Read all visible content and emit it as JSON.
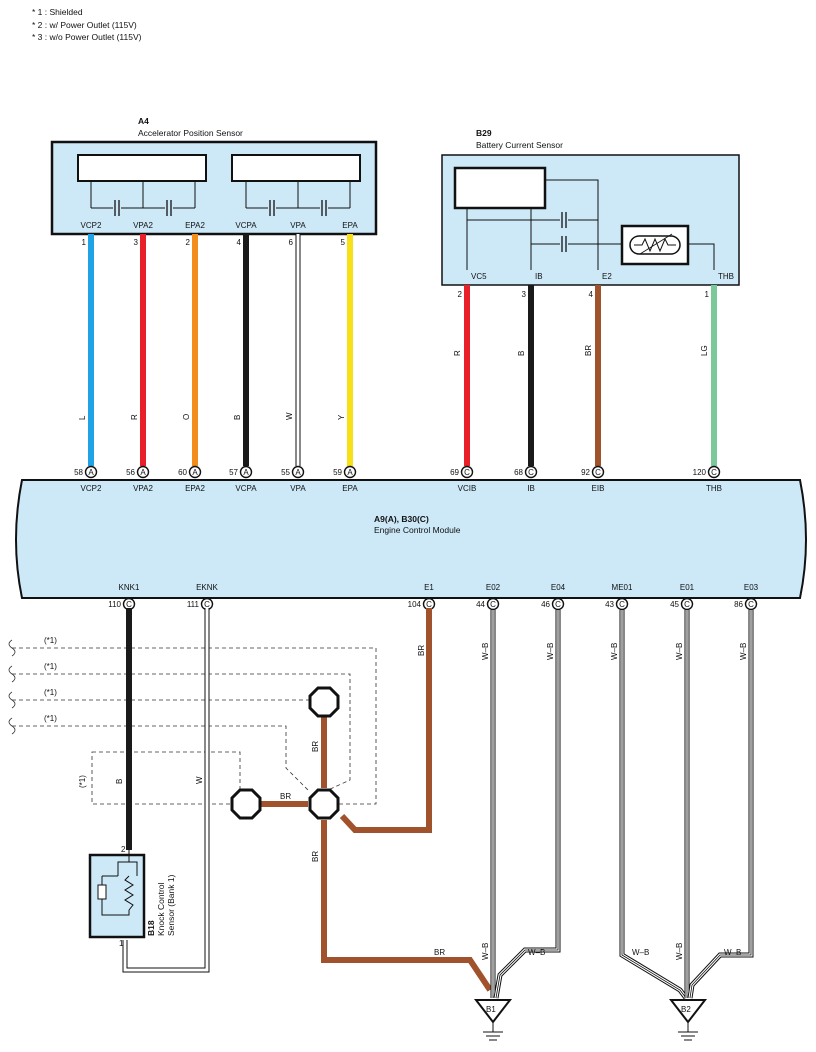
{
  "notes": [
    "* 1 : Shielded",
    "* 2 : w/ Power Outlet (115V)",
    "* 3 : w/o Power Outlet (115V)"
  ],
  "sensor_a4": {
    "code": "A4",
    "name": "Accelerator Position Sensor"
  },
  "sensor_b29": {
    "code": "B29",
    "name": "Battery Current Sensor"
  },
  "ecm": {
    "code": "A9(A), B30(C)",
    "name": "Engine Control Module"
  },
  "knock": {
    "code": "B18",
    "name1": "Knock Control",
    "name2": "Sensor (Bank 1)",
    "pin_top": "2",
    "pin_bottom": "1"
  },
  "a4_terms": [
    {
      "term": "VCP2",
      "pin": "1",
      "wire": "L",
      "ecm_pin": "58",
      "conn": "A",
      "ecm_term": "VCP2",
      "color": "#1fa3e6"
    },
    {
      "term": "VPA2",
      "pin": "3",
      "wire": "R",
      "ecm_pin": "56",
      "conn": "A",
      "ecm_term": "VPA2",
      "color": "#e8202a"
    },
    {
      "term": "EPA2",
      "pin": "2",
      "wire": "O",
      "ecm_pin": "60",
      "conn": "A",
      "ecm_term": "EPA2",
      "color": "#f28c1c"
    },
    {
      "term": "VCPA",
      "pin": "4",
      "wire": "B",
      "ecm_pin": "57",
      "conn": "A",
      "ecm_term": "VCPA",
      "color": "#1a1a1a"
    },
    {
      "term": "VPA",
      "pin": "6",
      "wire": "W",
      "ecm_pin": "55",
      "conn": "A",
      "ecm_term": "VPA",
      "color": "#ffffff"
    },
    {
      "term": "EPA",
      "pin": "5",
      "wire": "Y",
      "ecm_pin": "59",
      "conn": "A",
      "ecm_term": "EPA",
      "color": "#f7e017"
    }
  ],
  "b29_terms": [
    {
      "term": "VC5",
      "pin": "2",
      "wire": "R",
      "ecm_pin": "69",
      "conn": "C",
      "ecm_term": "VCIB",
      "color": "#e8202a"
    },
    {
      "term": "IB",
      "pin": "3",
      "wire": "B",
      "ecm_pin": "68",
      "conn": "C",
      "ecm_term": "IB",
      "color": "#1a1a1a"
    },
    {
      "term": "E2",
      "pin": "4",
      "wire": "BR",
      "ecm_pin": "92",
      "conn": "C",
      "ecm_term": "EIB",
      "color": "#a0522d"
    },
    {
      "term": "THB",
      "pin": "1",
      "wire": "LG",
      "ecm_pin": "120",
      "conn": "C",
      "ecm_term": "THB",
      "color": "#7bc89a"
    }
  ],
  "ecm_bottom": [
    {
      "term": "KNK1",
      "pin": "110",
      "conn": "C"
    },
    {
      "term": "EKNK",
      "pin": "111",
      "conn": "C"
    },
    {
      "term": "E1",
      "pin": "104",
      "conn": "C"
    },
    {
      "term": "E02",
      "pin": "44",
      "conn": "C"
    },
    {
      "term": "E04",
      "pin": "46",
      "conn": "C"
    },
    {
      "term": "ME01",
      "pin": "43",
      "conn": "C"
    },
    {
      "term": "E01",
      "pin": "45",
      "conn": "C"
    },
    {
      "term": "E03",
      "pin": "86",
      "conn": "C"
    }
  ],
  "wire_labels": {
    "knk1": "B",
    "eknk": "W",
    "br": "BR",
    "wb": "W–B",
    "shield": "(*1)"
  },
  "grounds": {
    "b1": "B1",
    "b2": "B2"
  },
  "colors": {
    "box_fill": "#cde9f8",
    "brown": "#a0522d",
    "black": "#1a1a1a"
  }
}
